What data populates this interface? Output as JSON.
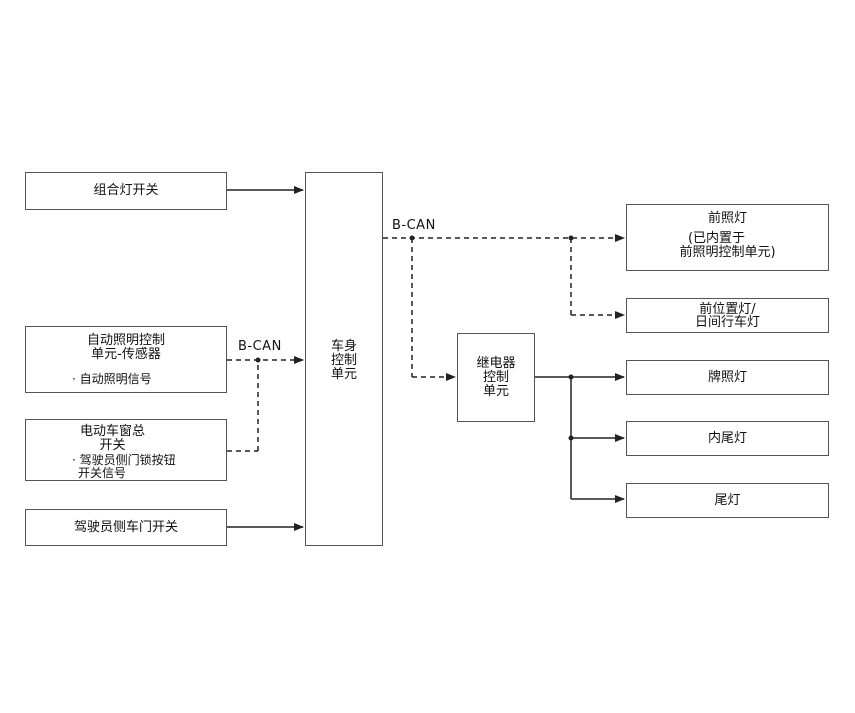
{
  "inputs": {
    "combo_switch": "组合灯开关",
    "auto_light_unit": {
      "line1": "自动照明控制",
      "line2": "单元-传感器",
      "signal": "· 自动照明信号"
    },
    "power_window_switch": {
      "line1": "电动车窗总",
      "line2": "开关",
      "signal1": "· 驾驶员侧门锁按钮",
      "signal2": "开关信号"
    },
    "driver_door_switch": "驾驶员侧车门开关"
  },
  "bcm": {
    "line1": "车身",
    "line2": "控制",
    "line3": "单元"
  },
  "bus_labels": {
    "left": "B-CAN",
    "right": "B-CAN"
  },
  "relay_unit": {
    "line1": "继电器",
    "line2": "控制",
    "line3": "单元"
  },
  "outputs": {
    "headlamp": {
      "line1": "前照灯",
      "line2": "(已内置于",
      "line3": "前照明控制单元)"
    },
    "position_lamp": {
      "line1": "前位置灯/",
      "line2": "日间行车灯"
    },
    "plate_lamp": "牌照灯",
    "inner_tail_lamp": "内尾灯",
    "tail_lamp": "尾灯"
  }
}
